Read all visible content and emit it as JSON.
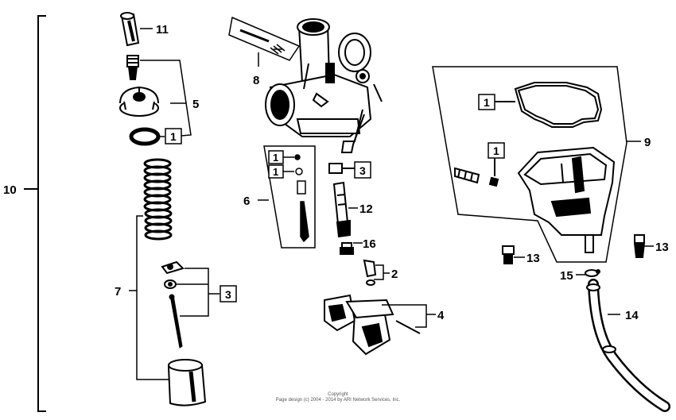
{
  "diagram": {
    "callouts": {
      "p10": "10",
      "p11": "11",
      "p5": "5",
      "p7": "7",
      "p8": "8",
      "p6": "6",
      "p12": "12",
      "p16": "16",
      "p2": "2",
      "p4": "4",
      "p9": "9",
      "p13a": "13",
      "p13b": "13",
      "p15": "15",
      "p14": "14"
    },
    "boxed_callouts": {
      "b1_oring": "1",
      "b3_clip": "3",
      "b1_jet_a": "1",
      "b1_jet_b": "1",
      "b3_screw": "3",
      "b1_gasket": "1",
      "b1_screw": "1"
    },
    "copyright": {
      "line1": "Copyright",
      "line2": "Page design (c) 2004 - 2014 by ARI Network Services, Inc."
    }
  }
}
